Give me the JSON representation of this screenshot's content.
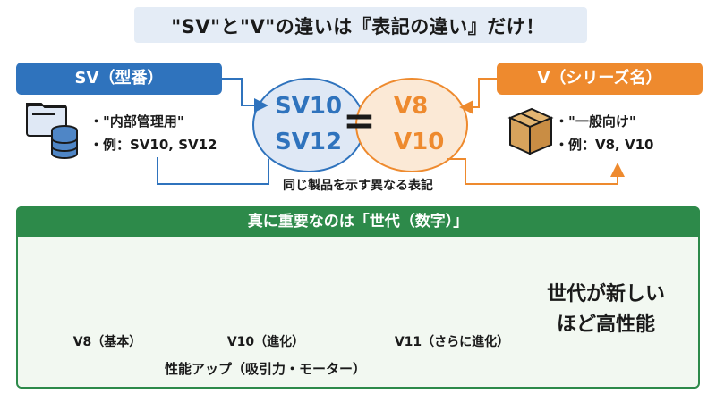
{
  "title": "\"SV\"と\"V\"の違いは『表記の違い』だけ！",
  "sv_section": {
    "heading": "SV（型番）",
    "bullets": [
      "・\"内部管理用\"",
      "・例：SV10, SV12"
    ],
    "icon": "folder-database-icon"
  },
  "v_section": {
    "heading": "V（シリーズ名）",
    "bullets": [
      "・\"一般向け\"",
      "・例：V8, V10"
    ],
    "icon": "cardboard-box-icon"
  },
  "center": {
    "sv_models": [
      "SV10",
      "SV12"
    ],
    "equals": "=",
    "v_models": [
      "V8",
      "V10"
    ],
    "caption": "同じ製品を示す異なる表記"
  },
  "generation": {
    "heading": "真に重要なのは「世代（数字）」",
    "items": [
      {
        "label": "V8（基本）",
        "icon": "handheld-vacuum-icon"
      },
      {
        "label": "V10（進化）",
        "icon": "stick-vacuum-icon"
      },
      {
        "label": "V11（さらに進化）",
        "icon": "stick-vacuum-icon"
      }
    ],
    "conclusion_lines": [
      "世代が新しい",
      "ほど高性能"
    ],
    "perf_up": "性能アップ（吸引力・モーター）"
  },
  "colors": {
    "sv_blue": "#2f73bd",
    "v_orange": "#ee8a2e",
    "green": "#2d8a4a",
    "title_band": "#e4ecf6"
  }
}
